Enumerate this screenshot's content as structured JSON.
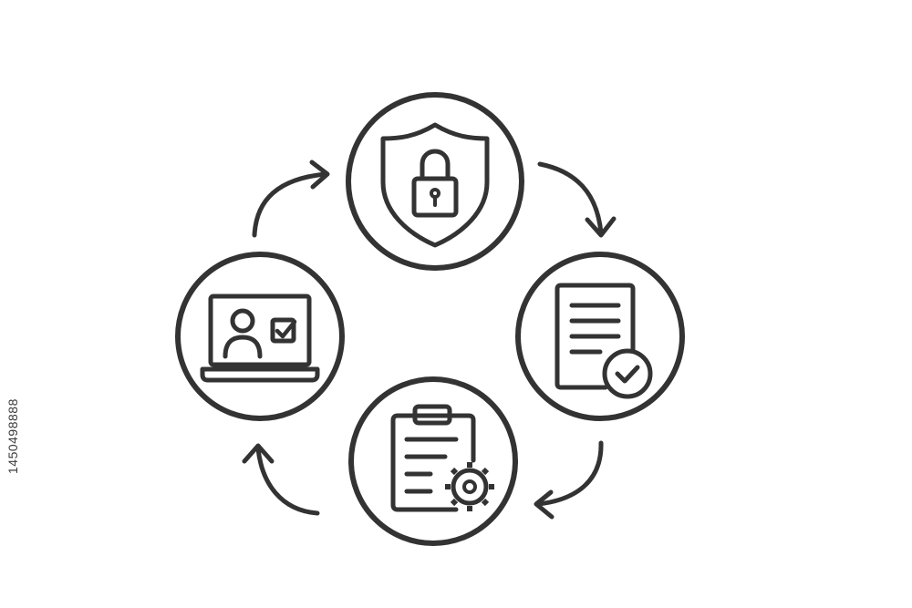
{
  "diagram": {
    "colors": {
      "stroke": "#333333",
      "background": "#ffffff"
    },
    "nodes": [
      {
        "id": "security",
        "icon": "shield-lock-icon"
      },
      {
        "id": "document-approval",
        "icon": "document-check-icon"
      },
      {
        "id": "configuration",
        "icon": "clipboard-gear-icon"
      },
      {
        "id": "user-verification",
        "icon": "laptop-user-check-icon"
      }
    ],
    "arrows": [
      {
        "from": "security",
        "to": "document-approval",
        "icon": "curved-arrow-icon"
      },
      {
        "from": "document-approval",
        "to": "configuration",
        "icon": "curved-arrow-icon"
      },
      {
        "from": "configuration",
        "to": "user-verification",
        "icon": "curved-arrow-icon"
      },
      {
        "from": "user-verification",
        "to": "security",
        "icon": "curved-arrow-icon"
      }
    ]
  },
  "stock_id": "1450498888"
}
